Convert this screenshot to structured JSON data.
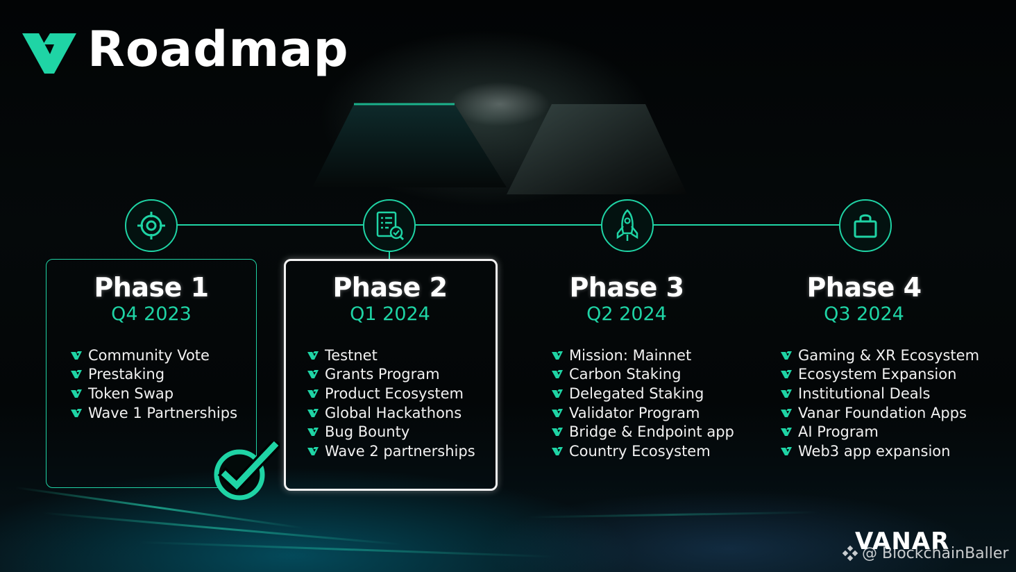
{
  "header": {
    "title": "Roadmap"
  },
  "colors": {
    "accent": "#1fd4a5",
    "background": "#000000",
    "highlight_border": "#f2f2f2"
  },
  "phases": [
    {
      "name": "Phase 1",
      "date": "Q4 2023",
      "icon": "target-icon",
      "status": "completed",
      "items": [
        "Community Vote",
        "Prestaking",
        "Token Swap",
        "Wave 1 Partnerships"
      ]
    },
    {
      "name": "Phase 2",
      "date": "Q1 2024",
      "icon": "checklist-search-icon",
      "status": "current",
      "items": [
        "Testnet",
        "Grants Program",
        "Product Ecosystem",
        "Global Hackathons",
        "Bug Bounty",
        "Wave 2 partnerships"
      ]
    },
    {
      "name": "Phase 3",
      "date": "Q2 2024",
      "icon": "rocket-icon",
      "status": "upcoming",
      "items": [
        "Mission: Mainnet",
        "Carbon Staking",
        "Delegated Staking",
        "Validator Program",
        "Bridge & Endpoint app",
        "Country Ecosystem"
      ]
    },
    {
      "name": "Phase 4",
      "date": "Q3 2024",
      "icon": "shopping-bag-icon",
      "status": "upcoming",
      "items": [
        "Gaming & XR Ecosystem",
        "Ecosystem Expansion",
        "Institutional Deals",
        "Vanar Foundation Apps",
        "AI Program",
        "Web3 app expansion"
      ]
    }
  ],
  "brand": {
    "wordmark": "VANAR"
  },
  "watermark": {
    "text": "@ BlockchainBaller"
  }
}
